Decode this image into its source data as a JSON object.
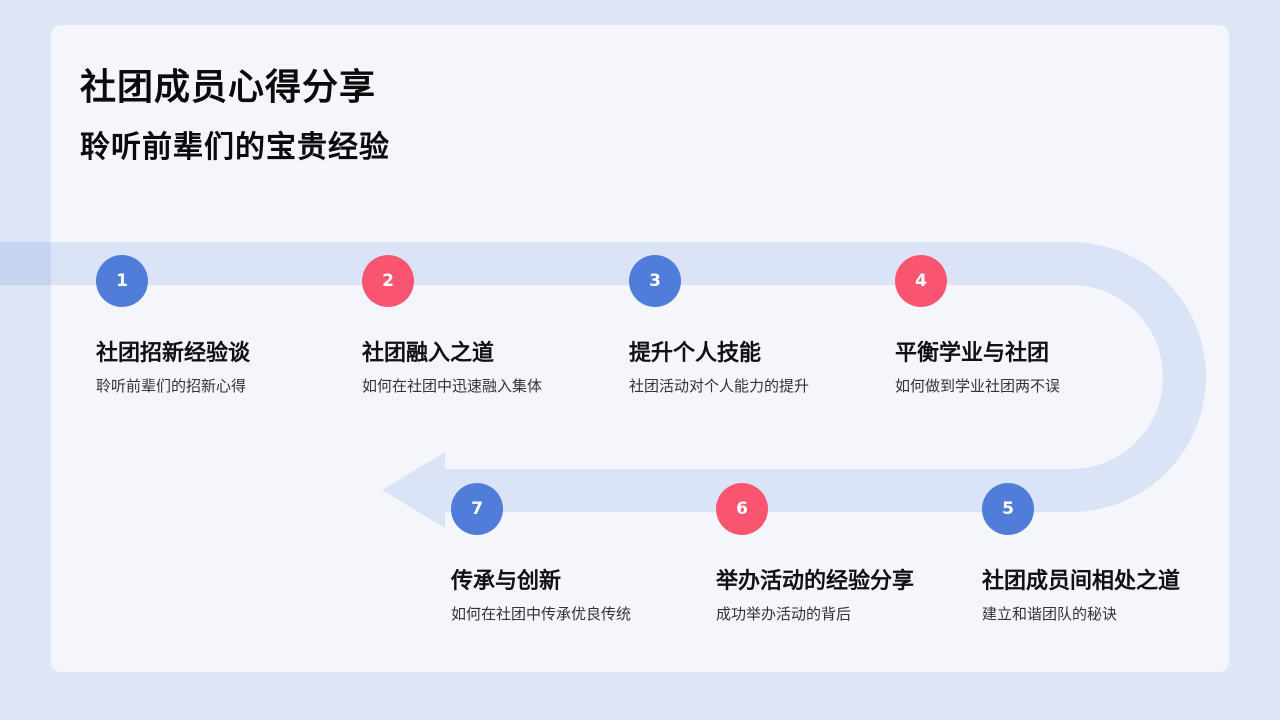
{
  "header": {
    "title": "社团成员心得分享",
    "subtitle": "聆听前辈们的宝贵经验"
  },
  "colors": {
    "background": "#dde5f6",
    "card": "#f4f6fc",
    "path": "#dbe4f6",
    "node_blue": "#4f7dd9",
    "node_pink": "#fa5570"
  },
  "steps": [
    {
      "number": "1",
      "title": "社团招新经验谈",
      "desc": "聆听前辈们的招新心得",
      "color": "blue"
    },
    {
      "number": "2",
      "title": "社团融入之道",
      "desc": "如何在社团中迅速融入集体",
      "color": "pink"
    },
    {
      "number": "3",
      "title": "提升个人技能",
      "desc": "社团活动对个人能力的提升",
      "color": "blue"
    },
    {
      "number": "4",
      "title": "平衡学业与社团",
      "desc": "如何做到学业社团两不误",
      "color": "pink"
    },
    {
      "number": "5",
      "title": "社团成员间相处之道",
      "desc": "建立和谐团队的秘诀",
      "color": "blue"
    },
    {
      "number": "6",
      "title": "举办活动的经验分享",
      "desc": "成功举办活动的背后",
      "color": "pink"
    },
    {
      "number": "7",
      "title": "传承与创新",
      "desc": "如何在社团中传承优良传统",
      "color": "blue"
    }
  ]
}
